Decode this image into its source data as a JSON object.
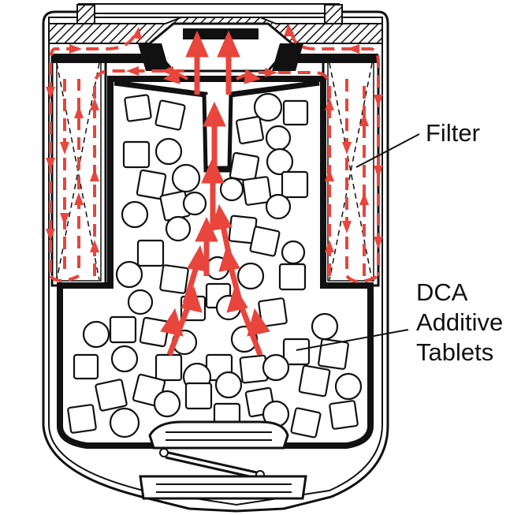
{
  "labels": {
    "filter": "Filter",
    "dca_line1": "DCA",
    "dca_line2": "Additive",
    "dca_line3": "Tablets"
  },
  "colors": {
    "flow_arrow": "#e8453c",
    "outline": "#111111",
    "background": "#ffffff"
  }
}
